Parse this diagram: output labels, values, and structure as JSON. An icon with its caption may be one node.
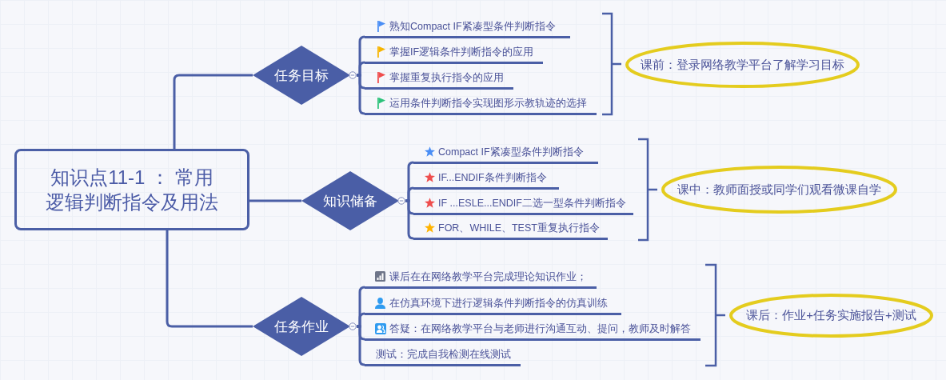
{
  "diagram": {
    "nodes": [
      {
        "text": [
          "知识点11-1 ： 常用逻辑判断指令及用法"
        ]
      },
      {
        "text": [
          "任务目标"
        ]
      },
      {
        "text": [
          "熟知Compact IF紧凑型条件判断指令"
        ]
      },
      {
        "text": [
          "掌握IF逻辑条件判断指令的应用"
        ]
      },
      {
        "text": [
          "掌握重复执行指令的应用"
        ]
      },
      {
        "text": [
          "运用条件判断指令实现图形示教轨迹的选择"
        ]
      },
      {
        "text": [
          "课前：登录网络教学平台了解学习目标"
        ]
      },
      {
        "text": [
          "知识储备"
        ]
      },
      {
        "text": [
          "Compact IF紧凑型条件判断指令"
        ]
      },
      {
        "text": [
          "IF...ENDIF条件判断指令"
        ]
      },
      {
        "text": [
          "IF ...ESLE...ENDIF二选一型条件判断指令"
        ]
      },
      {
        "text": [
          "FOR、WHILE、TEST重复执行指令"
        ]
      },
      {
        "text": [
          "课中：教师面授或同学们观看微课自学"
        ]
      },
      {
        "text": [
          "任务作业"
        ]
      },
      {
        "text": [
          "课后在在网络教学平台完成理论知识作业；"
        ]
      },
      {
        "text": [
          "在仿真环境下进行逻辑条件判断指令的仿真训练"
        ]
      },
      {
        "text": [
          "答疑：在网络教学平台与老师进行沟通互动、提问，教师及时解答"
        ]
      },
      {
        "text": [
          "测试：完成自我检测在线测试"
        ]
      },
      {
        "text": [
          "课后：作业+任务实施报告+测试"
        ]
      }
    ],
    "edges": [
      {
        "from": 0,
        "to": 1,
        "arrow": "none"
      },
      {
        "from": 0,
        "to": 7,
        "arrow": "none"
      },
      {
        "from": 0,
        "to": 13,
        "arrow": "none"
      },
      {
        "from": 1,
        "to": 2,
        "arrow": "none"
      },
      {
        "from": 1,
        "to": 3,
        "arrow": "none"
      },
      {
        "from": 1,
        "to": 4,
        "arrow": "none"
      },
      {
        "from": 1,
        "to": 5,
        "arrow": "none"
      },
      {
        "from": 7,
        "to": 8,
        "arrow": "none"
      },
      {
        "from": 7,
        "to": 9,
        "arrow": "none"
      },
      {
        "from": 7,
        "to": 10,
        "arrow": "none"
      },
      {
        "from": 7,
        "to": 11,
        "arrow": "none"
      },
      {
        "from": 13,
        "to": 14,
        "arrow": "none"
      },
      {
        "from": 13,
        "to": 15,
        "arrow": "none"
      },
      {
        "from": 13,
        "to": 16,
        "arrow": "none"
      },
      {
        "from": 13,
        "to": 17,
        "arrow": "none"
      }
    ]
  }
}
